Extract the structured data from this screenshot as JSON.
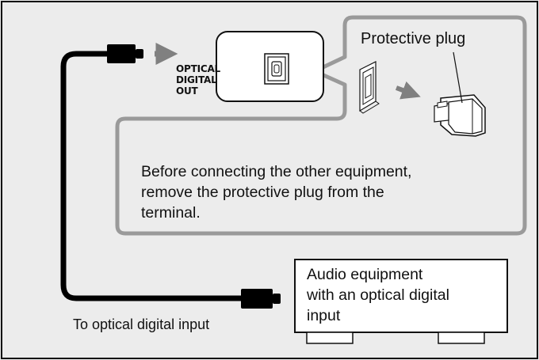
{
  "port_label": [
    "OPTICAL",
    "DIGITAL",
    "OUT"
  ],
  "plug_callout": {
    "title": "Protective plug"
  },
  "instruction": [
    "Before connecting the other equipment,",
    "remove the protective plug from the",
    "terminal."
  ],
  "equipment_box": {
    "lines": [
      "Audio equipment",
      "with an optical digital",
      "input"
    ]
  },
  "cable_caption": "To optical digital input",
  "colors": {
    "frame": "#111111",
    "panel_bg": "#ececec",
    "callout_border": "#9a9a9a",
    "cable": "#000000",
    "arrow": "#808080"
  },
  "icons": {
    "optical_port": "optical-port-icon",
    "plug": "protective-plug-icon",
    "cable_plug": "cable-plug-icon",
    "arrow": "arrow-right-icon"
  }
}
